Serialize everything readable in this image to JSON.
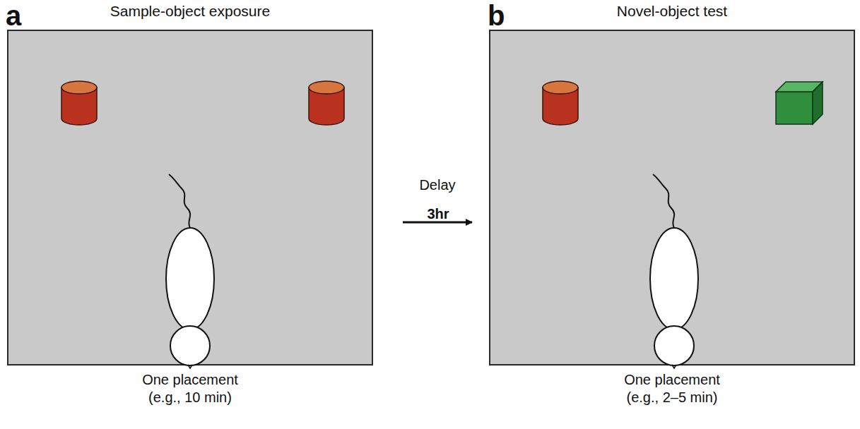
{
  "diagram": {
    "nodes": [
      {
        "text": [
          "Sample-object exposure",
          "One placement (e.g., 10 min)"
        ]
      },
      {
        "text": [
          "Novel-object test",
          "One placement (e.g., 2–5 min)"
        ]
      }
    ],
    "edges": [
      {
        "from": 0,
        "to": 1,
        "arrow": "to",
        "label": "Delay"
      }
    ],
    "labels": [
      "a",
      "b",
      "3hr"
    ]
  }
}
